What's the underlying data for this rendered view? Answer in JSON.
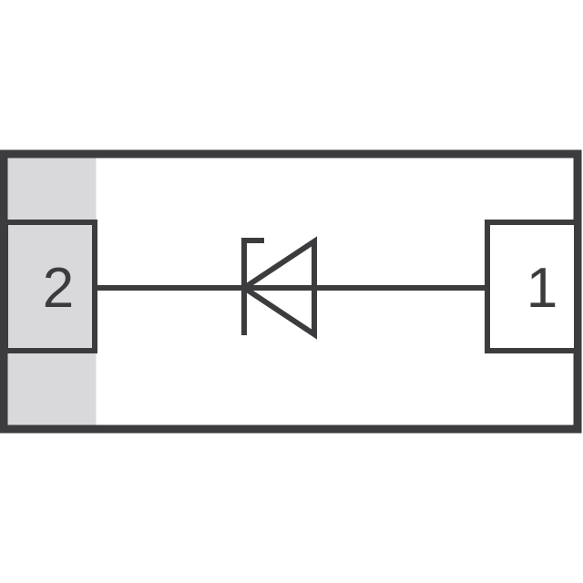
{
  "pins": [
    {
      "id": "cathode",
      "label": "2"
    },
    {
      "id": "anode",
      "label": "1"
    }
  ],
  "symbol": "zener-diode-icon",
  "colors": {
    "stroke": "#3c3c3e",
    "body_fill": "#ffffff",
    "cathode_band": "#d9d9db",
    "background": "#ffffff"
  }
}
